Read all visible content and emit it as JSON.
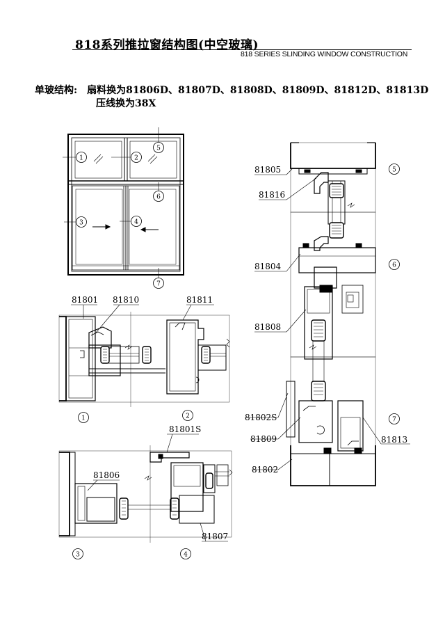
{
  "header": {
    "title": "818系列推拉窗结构图(中空玻璃)",
    "subtitle": "818 SERIES SLINDING WINDOW CONSTRUCTION"
  },
  "spec": {
    "line1_label": "单玻结构:",
    "line1_text": "扇料换为81806D、81807D、81808D、81809D、81812D、81813D",
    "line2_text": "压线换为38X"
  },
  "elevation": {
    "markers": [
      "1",
      "2",
      "3",
      "4",
      "5",
      "6",
      "7"
    ]
  },
  "section_12": {
    "labels": [
      "81801",
      "81810",
      "81811"
    ],
    "markers": [
      "1",
      "2"
    ]
  },
  "section_34": {
    "labels": [
      "81801S",
      "81806",
      "81807"
    ],
    "markers": [
      "3",
      "4"
    ]
  },
  "section_vertical": {
    "labels": [
      "81805",
      "81816",
      "81804",
      "81808",
      "81802S",
      "81809",
      "81802",
      "81813"
    ],
    "markers": [
      "5",
      "6",
      "7"
    ]
  }
}
